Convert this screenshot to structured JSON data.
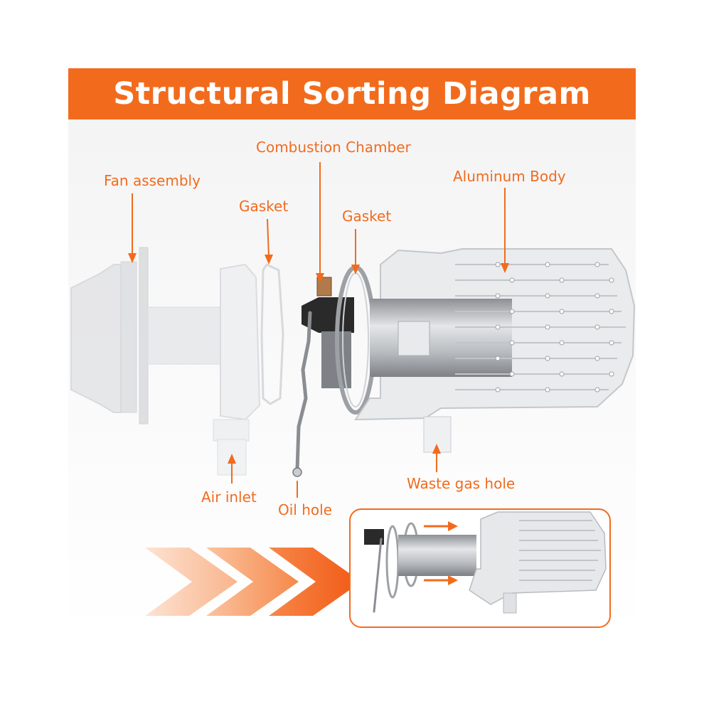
{
  "header": {
    "title": "Structural Sorting Diagram"
  },
  "labels": {
    "combustion_chamber": "Combustion Chamber",
    "fan_assembly": "Fan assembly",
    "aluminum_body": "Aluminum Body",
    "gasket_left": "Gasket",
    "gasket_right": "Gasket",
    "air_inlet": "Air inlet",
    "oil_hole": "Oil hole",
    "waste_gas_hole": "Waste gas hole"
  },
  "colors": {
    "accent": "#f26b1d",
    "metal": "#c9ccd0",
    "metal_dark": "#8d9196",
    "ghost": "#e6e7e9"
  }
}
